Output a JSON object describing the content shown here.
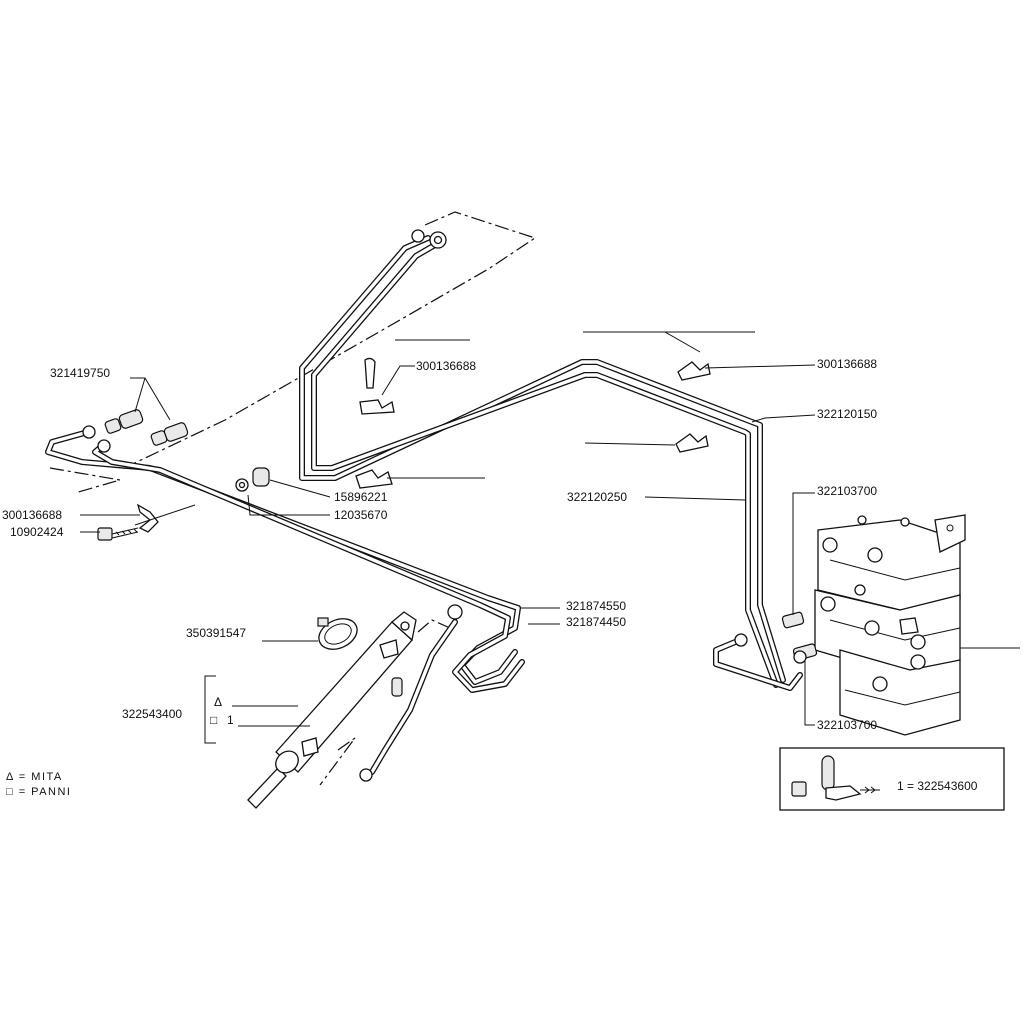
{
  "labels": {
    "p321419750": "321419750",
    "p300136688_left": "300136688",
    "p10902424": "10902424",
    "p300136688_center": "300136688",
    "p15896221": "15896221",
    "p12035670": "12035670",
    "p300136688_right": "300136688",
    "p322120150": "322120150",
    "p322120250": "322120250",
    "p322103700_top": "322103700",
    "p322103700_bottom": "322103700",
    "p321874550": "321874550",
    "p321874450": "321874450",
    "p350391547": "350391547",
    "p322543400": "322543400",
    "bracket_triangle": "Δ",
    "bracket_square": "□",
    "bracket_square_num": "1"
  },
  "legend": {
    "triangle_line": "Δ = MITA",
    "square_line": "□ = PANNI"
  },
  "inset": {
    "text": "1 = 322543600"
  }
}
